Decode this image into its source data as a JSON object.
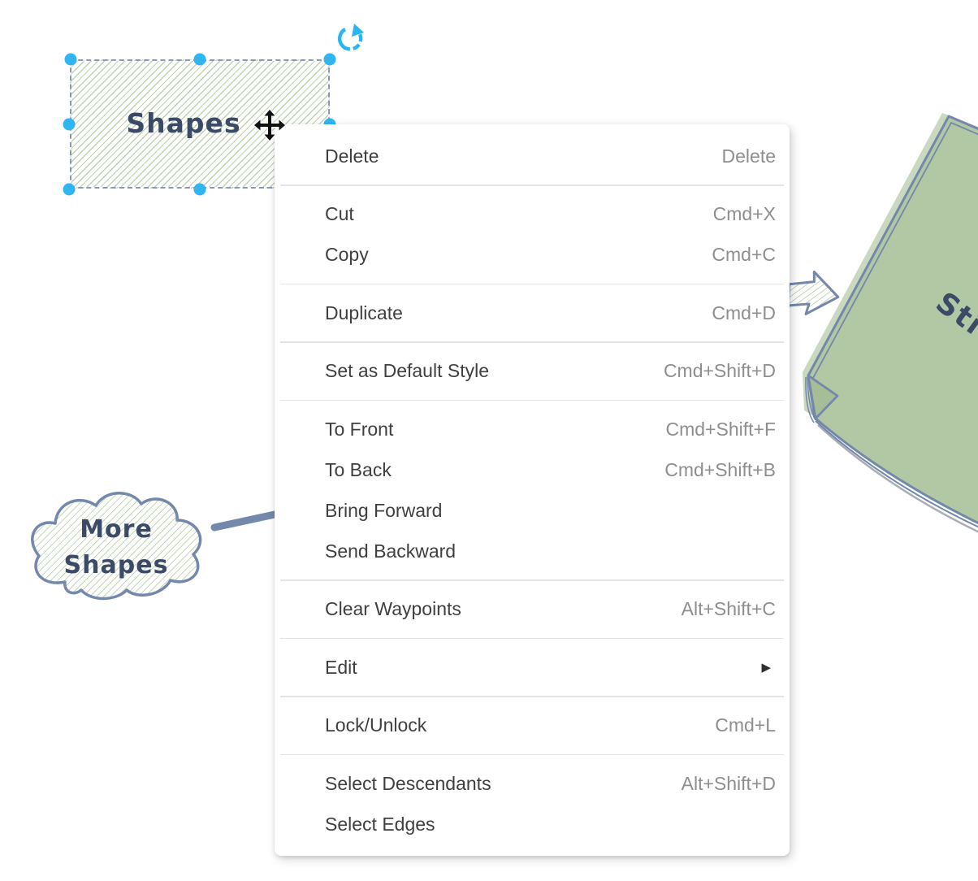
{
  "canvas": {
    "rect_shape": {
      "label": "Shapes"
    },
    "cloud_shape": {
      "label_line1": "More",
      "label_line2": "Shapes"
    },
    "note_shape": {
      "label": "Stic"
    }
  },
  "icons": {
    "submenu_arrow": "▶",
    "rotate": "circular-arrow",
    "move_cursor": "four-way-arrows"
  },
  "colors": {
    "selection_handle_blue": "#30b5f0",
    "rotate_icon_blue": "#29b6f2",
    "sketch_slate": "#7388aa",
    "hatch_green": "#8baf70",
    "note_green": "#b2c7a4",
    "note_green_under": "#c9d8be",
    "shape_text_navy": "#3b4a66",
    "menu_label_gray": "#3f3f3f",
    "menu_shortcut_gray": "#8e8e8e"
  },
  "context_menu": {
    "groups": [
      {
        "items": [
          {
            "label": "Delete",
            "shortcut": "Delete"
          }
        ]
      },
      {
        "items": [
          {
            "label": "Cut",
            "shortcut": "Cmd+X"
          },
          {
            "label": "Copy",
            "shortcut": "Cmd+C"
          }
        ]
      },
      {
        "items": [
          {
            "label": "Duplicate",
            "shortcut": "Cmd+D"
          }
        ]
      },
      {
        "items": [
          {
            "label": "Set as Default Style",
            "shortcut": "Cmd+Shift+D"
          }
        ]
      },
      {
        "items": [
          {
            "label": "To Front",
            "shortcut": "Cmd+Shift+F"
          },
          {
            "label": "To Back",
            "shortcut": "Cmd+Shift+B"
          },
          {
            "label": "Bring Forward",
            "shortcut": ""
          },
          {
            "label": "Send Backward",
            "shortcut": ""
          }
        ]
      },
      {
        "items": [
          {
            "label": "Clear Waypoints",
            "shortcut": "Alt+Shift+C"
          }
        ]
      },
      {
        "items": [
          {
            "label": "Edit",
            "shortcut": "",
            "has_submenu": true
          }
        ]
      },
      {
        "items": [
          {
            "label": "Lock/Unlock",
            "shortcut": "Cmd+L"
          }
        ]
      },
      {
        "items": [
          {
            "label": "Select Descendants",
            "shortcut": "Alt+Shift+D"
          },
          {
            "label": "Select Edges",
            "shortcut": ""
          }
        ]
      }
    ]
  }
}
